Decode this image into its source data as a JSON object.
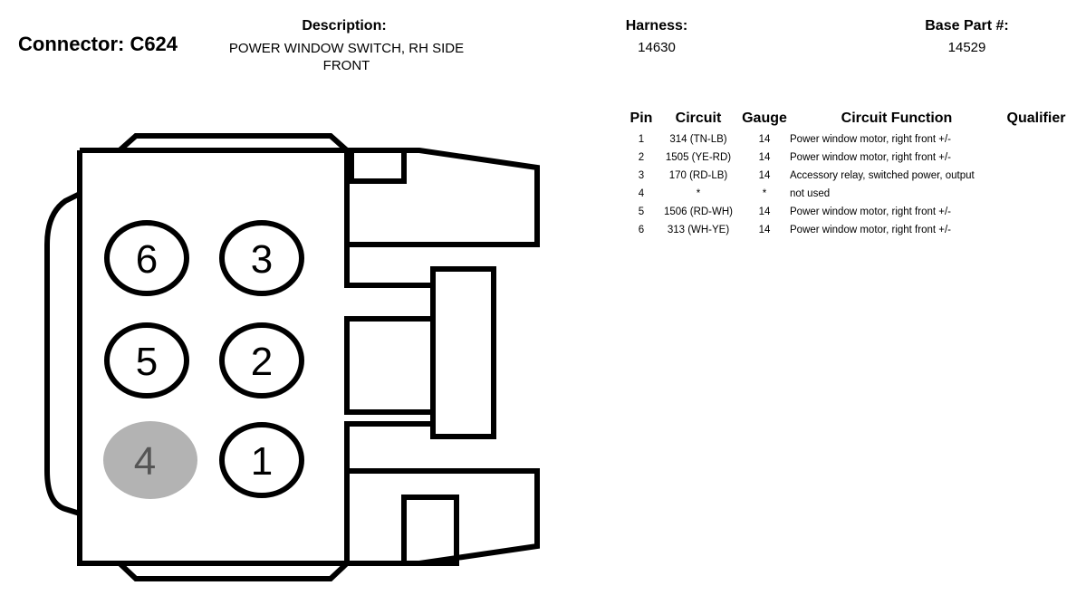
{
  "header": {
    "connector_label": "Connector: C624",
    "description_heading": "Description:",
    "description_line1": "POWER WINDOW SWITCH, RH SIDE",
    "description_line2": "FRONT",
    "harness_heading": "Harness:",
    "harness_value": "14630",
    "base_part_heading": "Base Part #:",
    "base_part_value": "14529"
  },
  "table": {
    "headers": {
      "pin": "Pin",
      "circuit": "Circuit",
      "gauge": "Gauge",
      "function": "Circuit Function",
      "qualifier": "Qualifier"
    },
    "rows": [
      {
        "pin": "1",
        "circuit": "314 (TN-LB)",
        "gauge": "14",
        "function": "Power window motor, right front +/-",
        "qualifier": ""
      },
      {
        "pin": "2",
        "circuit": "1505 (YE-RD)",
        "gauge": "14",
        "function": "Power window motor, right front +/-",
        "qualifier": ""
      },
      {
        "pin": "3",
        "circuit": "170 (RD-LB)",
        "gauge": "14",
        "function": "Accessory relay, switched power, output",
        "qualifier": ""
      },
      {
        "pin": "4",
        "circuit": "*",
        "gauge": "*",
        "function": "not used",
        "qualifier": ""
      },
      {
        "pin": "5",
        "circuit": "1506 (RD-WH)",
        "gauge": "14",
        "function": "Power window motor, right front +/-",
        "qualifier": ""
      },
      {
        "pin": "6",
        "circuit": "313 (WH-YE)",
        "gauge": "14",
        "function": "Power window motor, right front +/-",
        "qualifier": ""
      }
    ]
  },
  "diagram": {
    "cavities": [
      {
        "label": "6",
        "state": "used"
      },
      {
        "label": "3",
        "state": "used"
      },
      {
        "label": "5",
        "state": "used"
      },
      {
        "label": "2",
        "state": "used"
      },
      {
        "label": "4",
        "state": "unused"
      },
      {
        "label": "1",
        "state": "used"
      }
    ],
    "colors": {
      "outline": "#000000",
      "unused_fill": "#b3b3b3",
      "unused_text": "#555555",
      "used_fill": "#ffffff"
    }
  }
}
